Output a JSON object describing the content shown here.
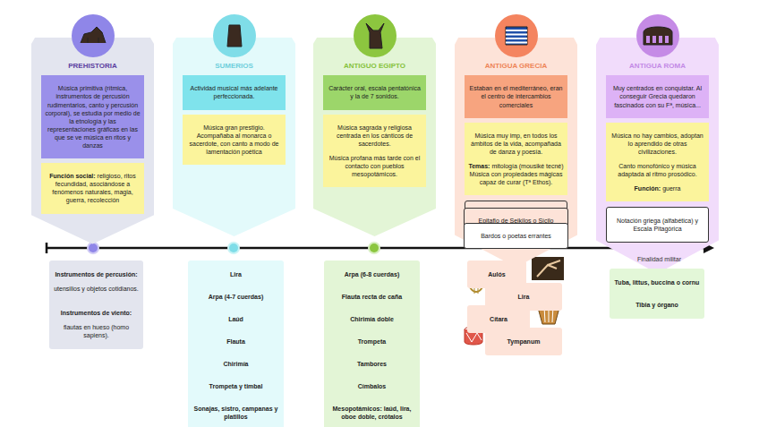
{
  "diagram": {
    "nodes": [
      {
        "text": [
          "PREHISTORIA"
        ]
      },
      {
        "text": [
          "Música primitiva (rítmica, instrumentos de percusión rudimentarios, canto y percusión corporal), se estudia por medio de la etnología y las representaciones gráficas en las que se ve música en ritos y danzas"
        ],
        "in": 0
      },
      {
        "text": [
          "Función social:",
          "religioso, ritos fecundidad, asociándose a fenómenos naturales, magia, guerra, recolección"
        ],
        "in": 0
      },
      {
        "text": [
          "Instrumentos de percusión:",
          "utensilios y objetos cotidianos."
        ]
      },
      {
        "text": [
          "Instrumentos de viento:",
          "flautas en hueso (homo sapiens)."
        ]
      },
      {
        "text": [
          "SUMERIOS"
        ]
      },
      {
        "text": [
          "Actividad musical más adelante perfeccionada."
        ],
        "in": 5
      },
      {
        "text": [
          "Música gran prestigio. Acompañaba al monarca o sacerdote, con canto a modo de lamentación poética"
        ],
        "in": 5
      },
      {
        "text": [
          "Lira"
        ]
      },
      {
        "text": [
          "Arpa (4-7 cuerdas)"
        ]
      },
      {
        "text": [
          "Laúd"
        ]
      },
      {
        "text": [
          "Flauta"
        ]
      },
      {
        "text": [
          "Chirimía"
        ]
      },
      {
        "text": [
          "Trompeta y timbal"
        ]
      },
      {
        "text": [
          "Sonajas, sistro, campanas y platillos"
        ]
      },
      {
        "text": [
          "ANTIGUO EGIPTO"
        ]
      },
      {
        "text": [
          "Carácter oral, escala pentatónica y la de 7 sonidos."
        ],
        "in": 15
      },
      {
        "text": [
          "Música sagrada y religiosa centrada en los cánticos de sacerdotes.",
          "Música profana más tarde con el contacto con pueblos mesopotámicos."
        ],
        "in": 15
      },
      {
        "text": [
          "Arpa (6-8 cuerdas)"
        ]
      },
      {
        "text": [
          "Flauta recta de caña"
        ]
      },
      {
        "text": [
          "Chirimía doble"
        ]
      },
      {
        "text": [
          "Trompeta"
        ]
      },
      {
        "text": [
          "Tambores"
        ]
      },
      {
        "text": [
          "Címbalos"
        ]
      },
      {
        "text": [
          "Mesopotámicos: laúd, lira, oboe doble, crótalos"
        ]
      },
      {
        "text": [
          "ANTIGUA GRECIA"
        ]
      },
      {
        "text": [
          "Estaban en el mediterráneo, eran el centro de intercambios comerciales"
        ],
        "in": 25
      },
      {
        "text": [
          "Música muy imp, en todos los ámbitos de la vida, acompañada de danza y poesía.",
          "Temas:",
          "mitología (mousiké tecné) Música con propiedades mágicas capaz de curar (Tª Ethos)."
        ],
        "in": 25
      },
      {
        "text": [
          "Notación griega (alfabética) y Escala Pitagórica"
        ],
        "in": 25
      },
      {
        "text": [
          "Epitafio de Seikilos o Sícilo"
        ]
      },
      {
        "text": [
          "Bardos o poetas errantes"
        ]
      },
      {
        "text": [
          "Aulós"
        ]
      },
      {
        "text": [
          "Lira"
        ]
      },
      {
        "text": [
          "Cítara"
        ]
      },
      {
        "text": [
          "Tympanum"
        ]
      },
      {
        "text": [
          "ANTIGUA ROMA"
        ]
      },
      {
        "text": [
          "Muy centrados en conquistar. Al conseguir Grecia quedaron fascinados con su Fª, música..."
        ],
        "in": 35
      },
      {
        "text": [
          "Música no hay cambios, adoptan lo aprendido de otras civilizaciones.",
          "Canto monofónico y música adaptada al ritmo prosódico.",
          "Función:",
          "guerra"
        ],
        "in": 35
      },
      {
        "text": [
          "Notación griega (alfabética) y Escala Pitagórica"
        ],
        "in": 35
      },
      {
        "text": [
          "Tuba, littus, buccina o cornu"
        ]
      },
      {
        "text": [
          "Tibia y órgano"
        ]
      }
    ],
    "labels": [
      "Finalidad militar"
    ]
  }
}
